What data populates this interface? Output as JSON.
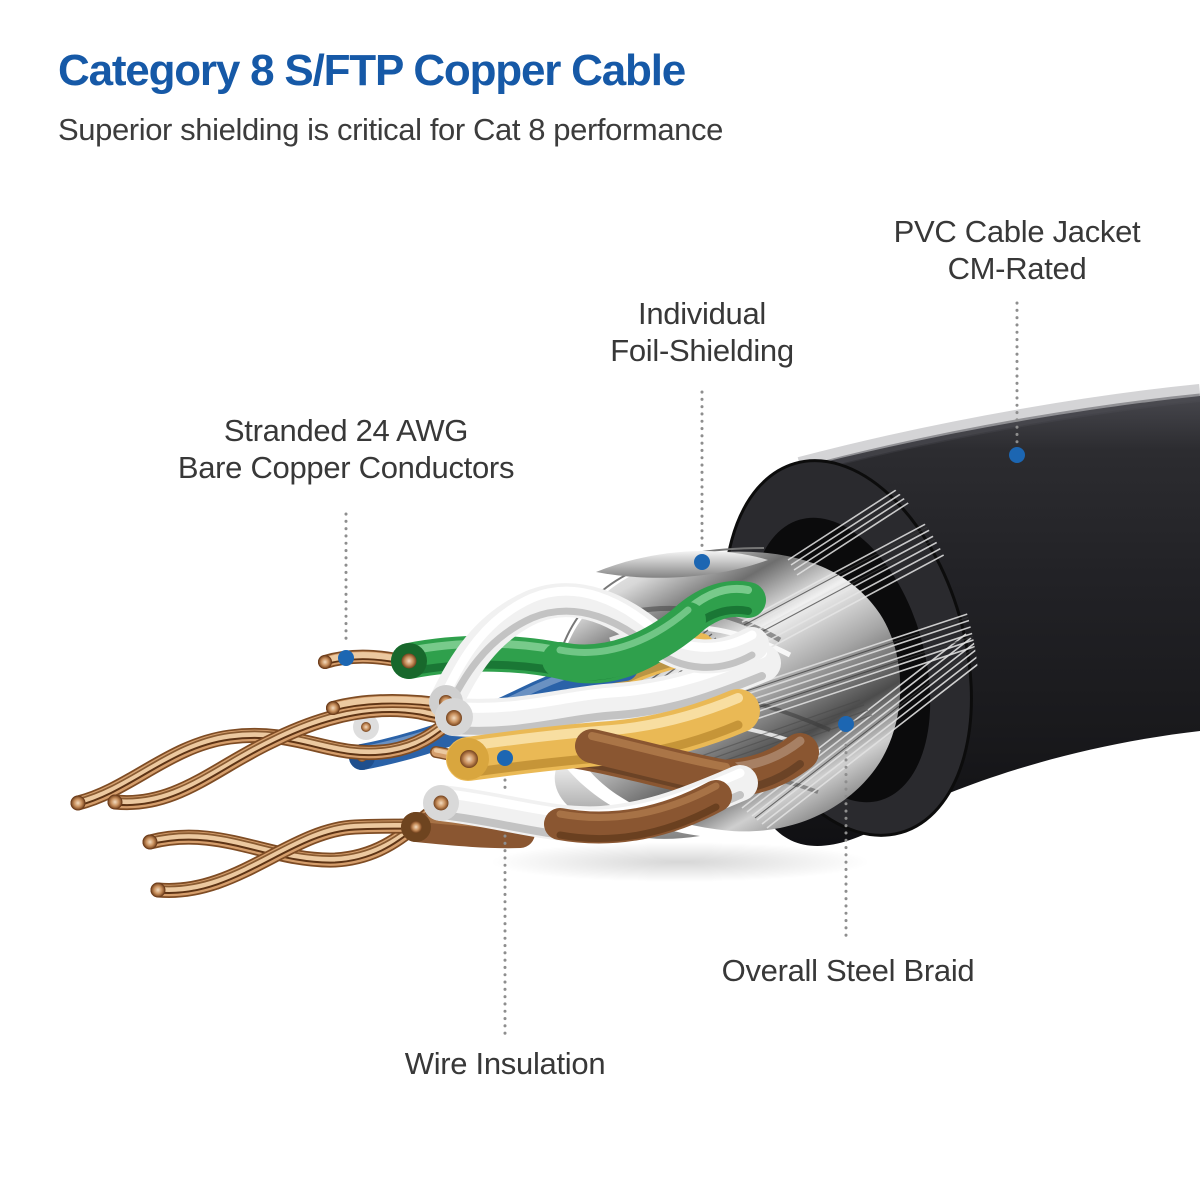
{
  "header": {
    "title": "Category 8 S/FTP Copper Cable",
    "subtitle": "Superior shielding is critical for Cat 8 performance"
  },
  "callouts": {
    "jacket": {
      "lines": [
        "PVC Cable Jacket",
        "CM-Rated"
      ]
    },
    "foil": {
      "lines": [
        "Individual",
        "Foil-Shielding"
      ]
    },
    "conductors": {
      "lines": [
        "Stranded 24 AWG",
        "Bare Copper Conductors"
      ]
    },
    "braid": {
      "lines": [
        "Overall Steel Braid"
      ]
    },
    "insulation": {
      "lines": [
        "Wire Insulation"
      ]
    }
  },
  "colors": {
    "title_blue": "#1659a7",
    "label_gray": "#383838",
    "leader_gray": "#8e8e8e",
    "dot_blue": "#1c66b2",
    "jacket_black": "#1c1c1f",
    "foil_silver": "#c9c9c9",
    "copper": "#cc9361",
    "wire_green": "#2fa04c",
    "wire_blue": "#2a62a8",
    "wire_orange": "#eab955",
    "wire_brown": "#8a5631",
    "wire_white": "#f1f1f1"
  }
}
